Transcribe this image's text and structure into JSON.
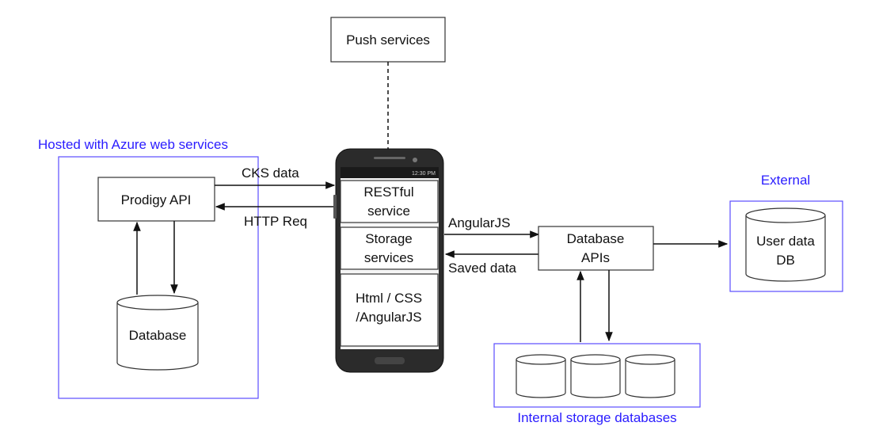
{
  "boxes": {
    "push_services": "Push services",
    "prodigy_api": "Prodigy API",
    "database": "Database",
    "restful_line1": "RESTful",
    "restful_line2": "service",
    "storage_line1": "Storage",
    "storage_line2": "services",
    "html_line1": "Html / CSS",
    "html_line2": "/AngularJS",
    "db_apis_line1": "Database",
    "db_apis_line2": "APIs",
    "user_data_line1": "User data",
    "user_data_line2": "DB"
  },
  "groups": {
    "azure": "Hosted with Azure web services",
    "external": "External",
    "internal": "Internal storage databases"
  },
  "edges": {
    "cks_data": "CKS data",
    "http_req": "HTTP Req",
    "angularjs": "AngularJS",
    "saved_data": "Saved data"
  },
  "phone": {
    "status_time": "12:30 PM"
  },
  "colors": {
    "group_label": "#2a1cff",
    "group_border": "#5a4cff",
    "phone_body": "#2b2b2b"
  }
}
